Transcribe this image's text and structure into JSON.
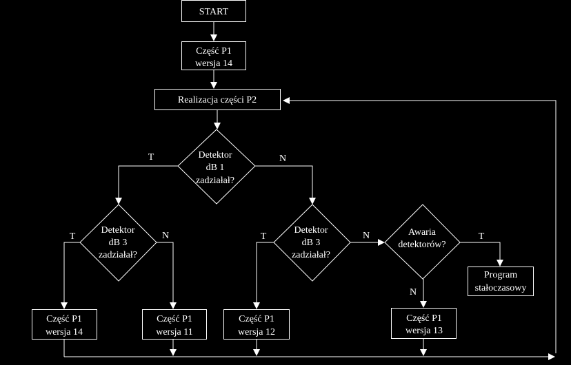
{
  "colors": {
    "background": "#000000",
    "foreground": "#ffffff"
  },
  "nodes": {
    "start": {
      "label": "START"
    },
    "p1_14_top": {
      "lines": [
        "Część P1",
        "wersja 14"
      ]
    },
    "realizacja": {
      "label": "Realizacja części P2"
    },
    "det1": {
      "lines": [
        "Detektor",
        "dB 1",
        "zadziałał?"
      ]
    },
    "det3_left": {
      "lines": [
        "Detektor",
        "dB 3",
        "zadziałał?"
      ]
    },
    "det3_right": {
      "lines": [
        "Detektor",
        "dB 3",
        "zadziałał?"
      ]
    },
    "awaria": {
      "lines": [
        "Awaria",
        "detektorów?"
      ]
    },
    "program": {
      "lines": [
        "Program",
        "stałoczasowy"
      ]
    },
    "p1_14_bottom": {
      "lines": [
        "Część P1",
        "wersja 14"
      ]
    },
    "p1_11": {
      "lines": [
        "Część P1",
        "wersja 11"
      ]
    },
    "p1_12": {
      "lines": [
        "Część P1",
        "wersja 12"
      ]
    },
    "p1_13": {
      "lines": [
        "Część P1",
        "wersja 13"
      ]
    }
  },
  "branch_labels": {
    "det1_yes": "T",
    "det1_no": "N",
    "det3_left_yes": "T",
    "det3_left_no": "N",
    "det3_right_yes": "T",
    "det3_right_no": "N",
    "awaria_yes": "T",
    "awaria_no": "N"
  }
}
